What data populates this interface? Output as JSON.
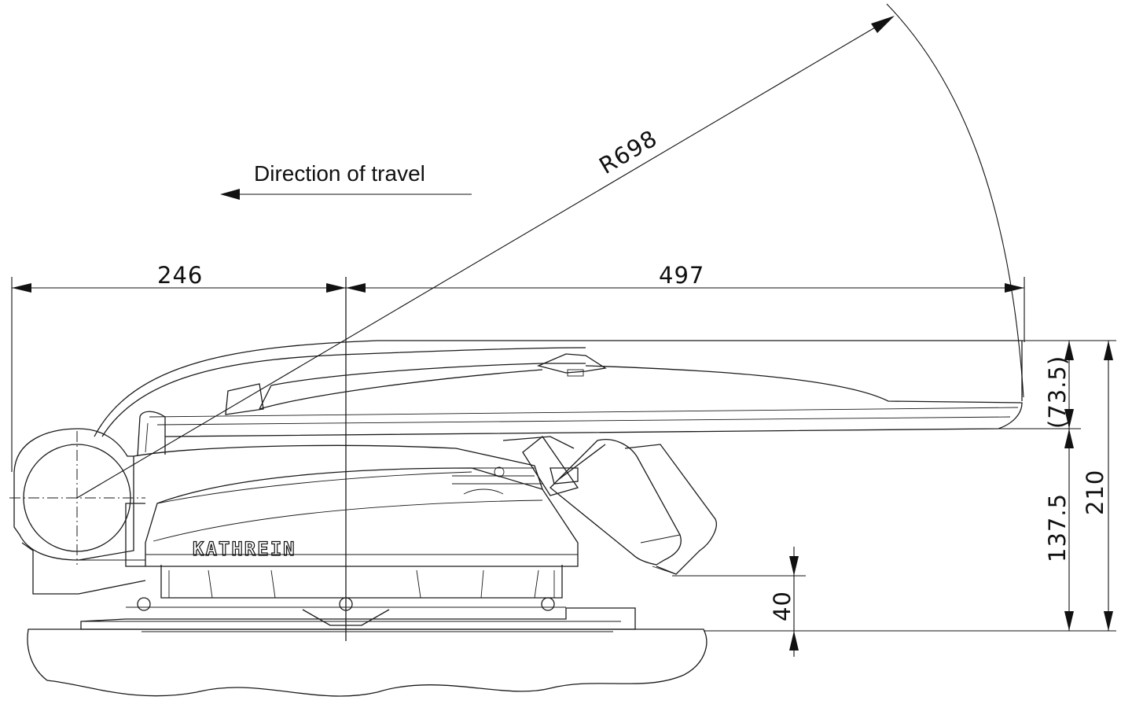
{
  "direction_label": "Direction of travel",
  "brand": "KATHREIN",
  "dimensions": {
    "radius": "R698",
    "front_overhang": "246",
    "rear_length": "497",
    "dish_gap": "(73.5)",
    "body_height": "137.5",
    "total_height": "210",
    "lnb_clearance": "40"
  }
}
